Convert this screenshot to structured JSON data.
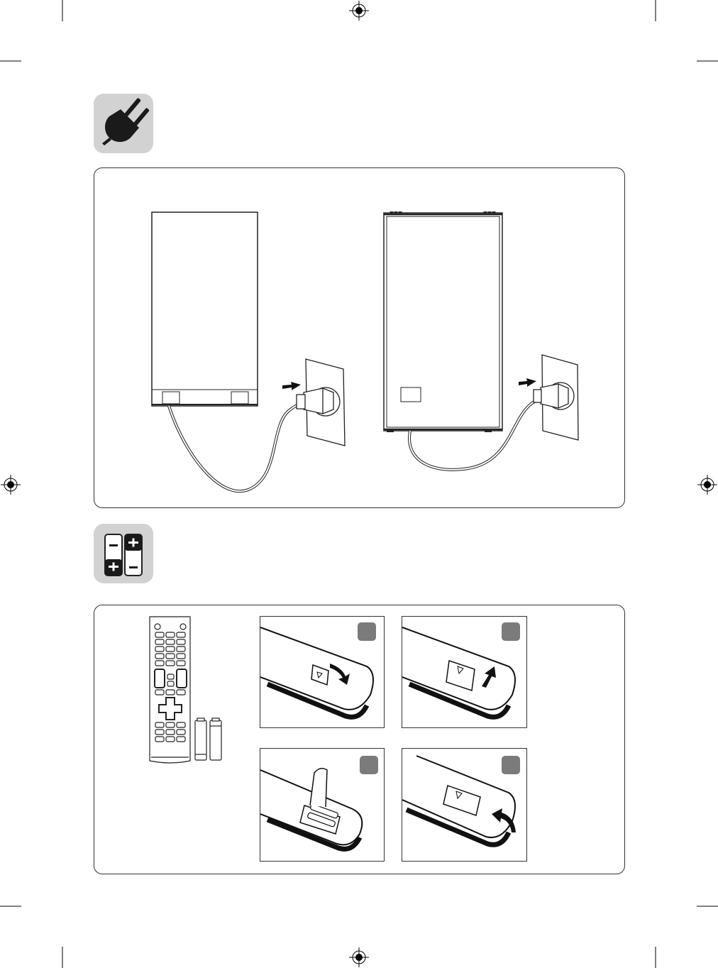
{
  "page": {
    "background": "#ffffff",
    "icon_background": "#d2d2d2",
    "line_color": "#222222",
    "badge_color": "#7b7b7b"
  },
  "sections": [
    {
      "id": "power",
      "icon": "power-plug-icon"
    },
    {
      "id": "batteries",
      "icon": "battery-icon"
    }
  ],
  "battery_steps": [
    {
      "id": "open-cover",
      "badge": ""
    },
    {
      "id": "lift-cover",
      "badge": ""
    },
    {
      "id": "insert-batteries",
      "badge": ""
    },
    {
      "id": "close-cover",
      "badge": ""
    }
  ],
  "registration_marks": [
    "top-center",
    "left-middle",
    "right-middle",
    "bottom-center"
  ]
}
